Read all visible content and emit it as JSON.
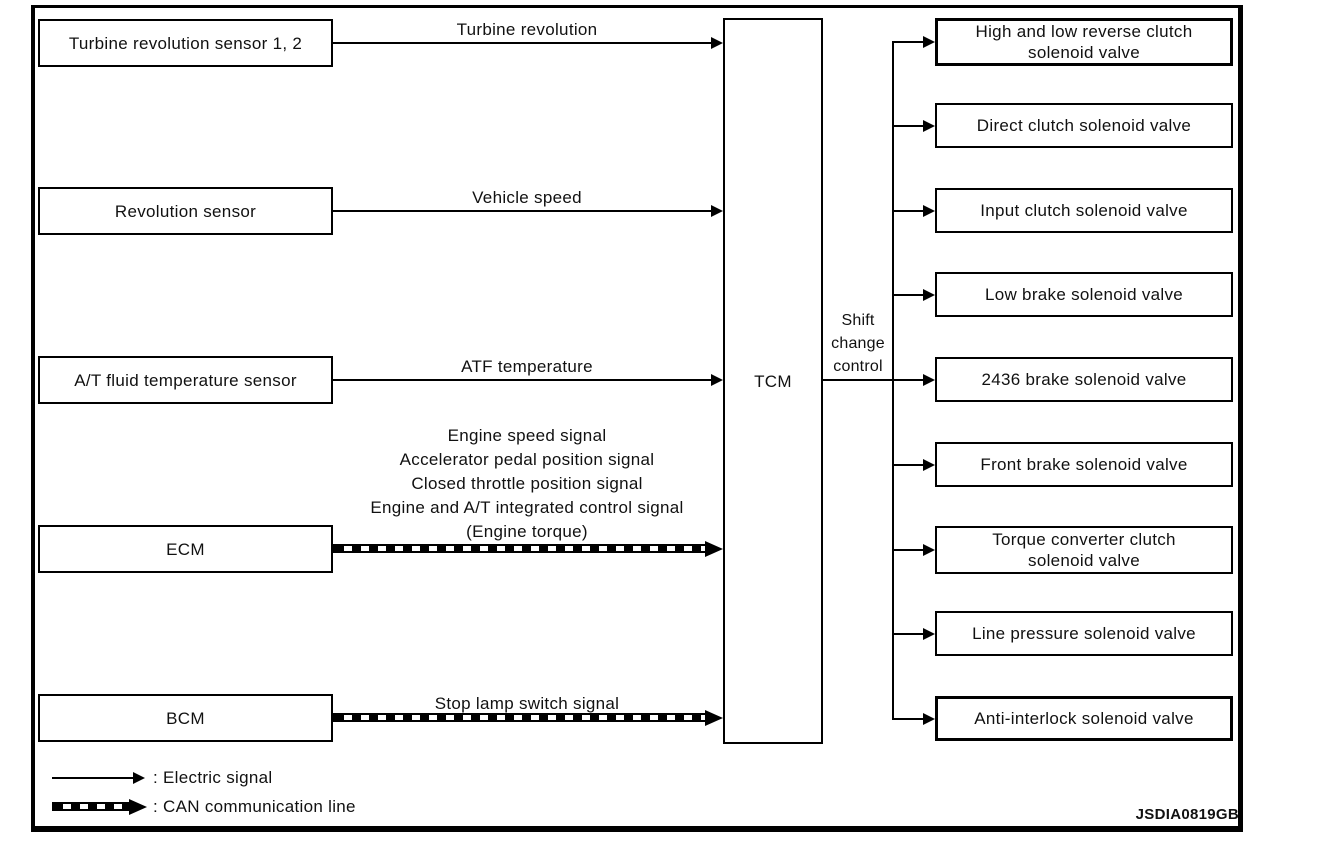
{
  "diagram": {
    "controller": {
      "label": "TCM"
    },
    "output_group_label": "Shift\nchange\ncontrol",
    "inputs": [
      {
        "source": "Turbine revolution sensor 1, 2",
        "signal": "Turbine revolution",
        "line_type": "electric"
      },
      {
        "source": "Revolution sensor",
        "signal": "Vehicle speed",
        "line_type": "electric"
      },
      {
        "source": "A/T fluid temperature sensor",
        "signal": "ATF temperature",
        "line_type": "electric"
      },
      {
        "source": "ECM",
        "signal": "Engine speed signal\nAccelerator pedal position signal\nClosed throttle position signal\nEngine and A/T integrated control signal\n(Engine torque)",
        "line_type": "can"
      },
      {
        "source": "BCM",
        "signal": "Stop lamp switch signal",
        "line_type": "can"
      }
    ],
    "outputs": [
      {
        "label": "High and low reverse clutch solenoid valve"
      },
      {
        "label": "Direct clutch solenoid valve"
      },
      {
        "label": "Input clutch solenoid valve"
      },
      {
        "label": "Low brake solenoid valve"
      },
      {
        "label": "2436 brake solenoid valve"
      },
      {
        "label": "Front brake solenoid valve"
      },
      {
        "label": "Torque converter clutch solenoid valve"
      },
      {
        "label": "Line pressure solenoid valve"
      },
      {
        "label": "Anti-interlock solenoid valve"
      }
    ],
    "legend": [
      {
        "label": ": Electric signal",
        "line_type": "electric"
      },
      {
        "label": ": CAN communication line",
        "line_type": "can"
      }
    ],
    "figure_code": "JSDIA0819GB",
    "colors": {
      "line": "#000000",
      "text": "#111111",
      "background": "#ffffff"
    }
  }
}
